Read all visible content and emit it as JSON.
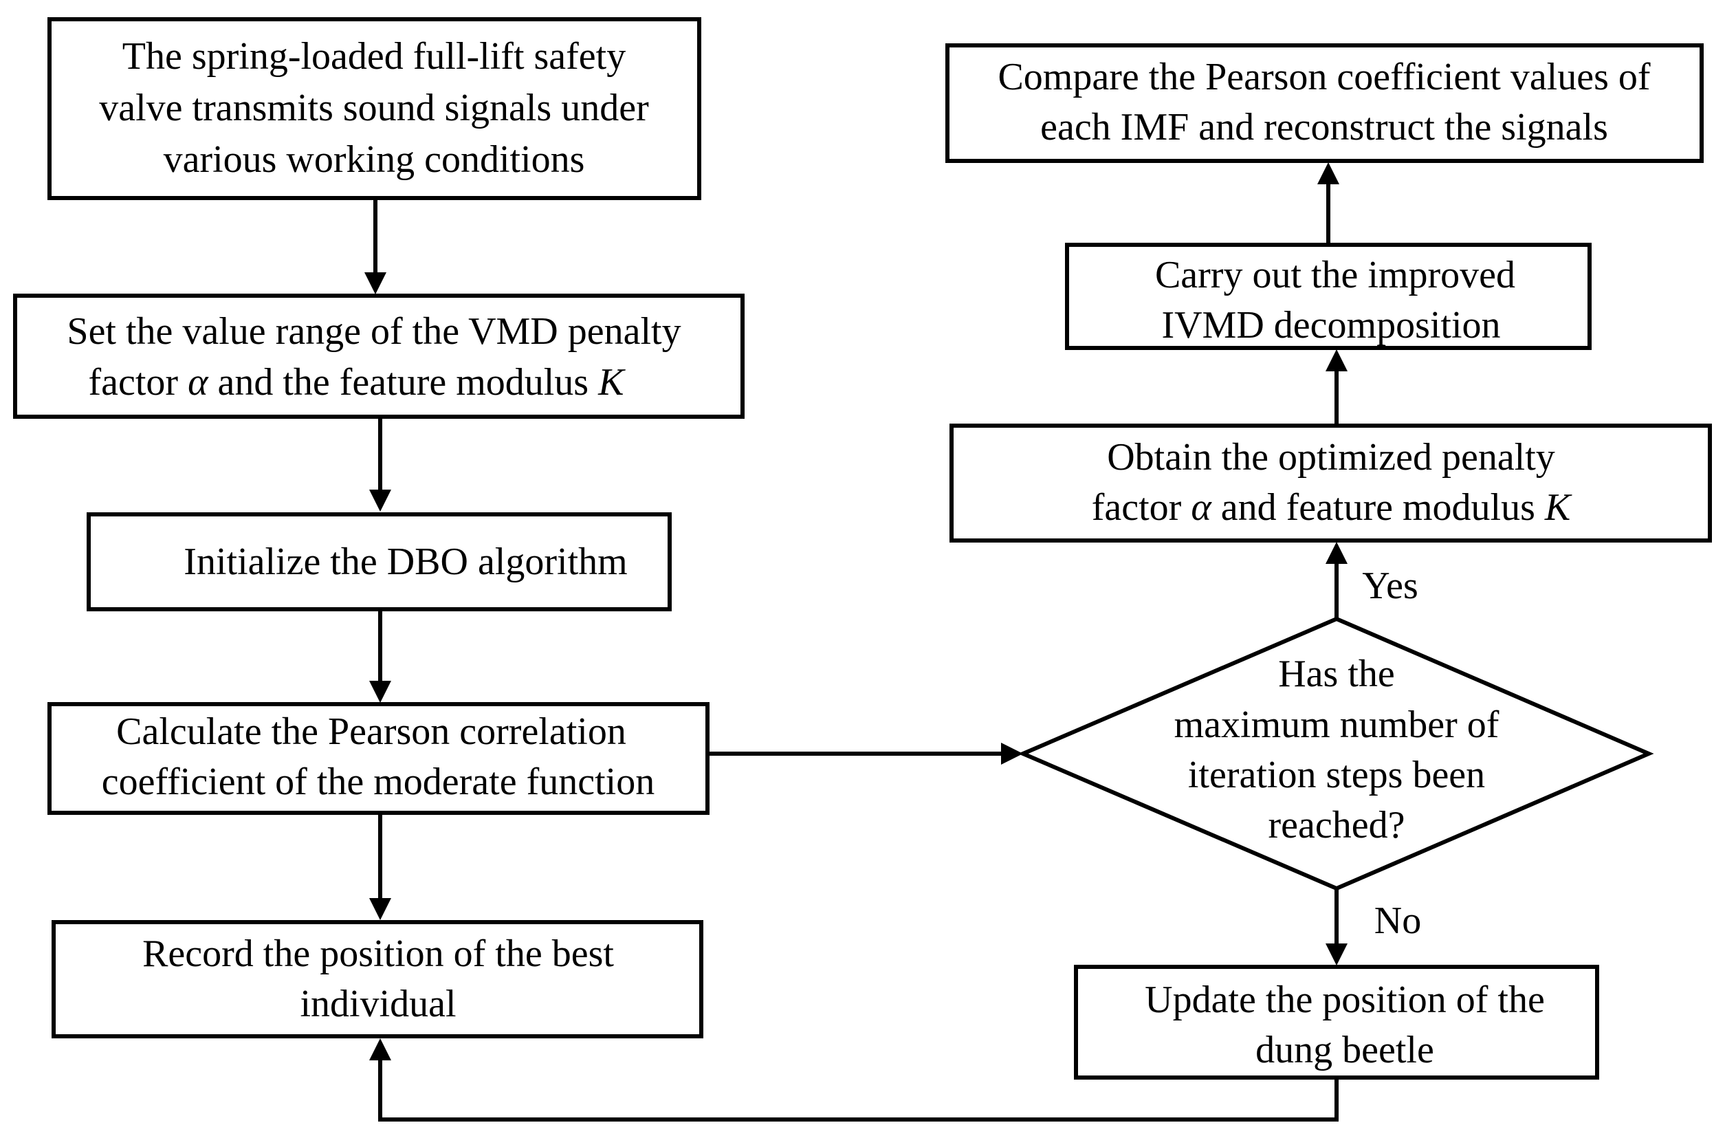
{
  "nodes": {
    "step1": {
      "lines": [
        "The spring-loaded  full-lift  safety",
        "valve transmits sound signals under",
        "various working conditions"
      ]
    },
    "step2": {
      "lines": [
        "Set the value range of the VMD penalty"
      ],
      "line2": {
        "pre": "factor ",
        "alpha": "α",
        "mid": " and the feature modulus ",
        "k": "K"
      }
    },
    "step3": {
      "lines": [
        "Initialize  the DBO algorithm"
      ]
    },
    "step4": {
      "lines": [
        "Calculate  the Pearson correlation",
        "coefficient  of the moderate  function"
      ]
    },
    "step5": {
      "lines": [
        "Record the position  of the best",
        "individual"
      ]
    },
    "decision": {
      "lines": [
        "Has the",
        "maximum  number of",
        "iteration steps been",
        "reached?"
      ]
    },
    "update": {
      "lines": [
        "Update the position  of the",
        "dung beetle"
      ]
    },
    "obtain": {
      "lines": [
        "Obtain the optimized  penalty"
      ],
      "line2": {
        "pre": "factor ",
        "alpha": "α",
        "mid": " and feature modulus ",
        "k": "K"
      }
    },
    "ivmd": {
      "lines": [
        "Carry out the improved",
        "IVMD decomposition"
      ]
    },
    "compare": {
      "lines": [
        "Compare the Pearson coefficient  values of",
        "each IMF and reconstruct the signals"
      ]
    }
  },
  "edge_labels": {
    "yes": "Yes",
    "no": "No"
  }
}
